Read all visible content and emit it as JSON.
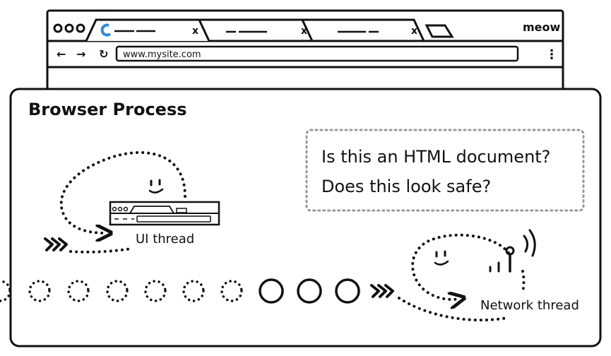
{
  "browser": {
    "brand": "meow",
    "address": "www.mysite.com",
    "tabs": [
      {
        "close": "x"
      },
      {
        "close": "x"
      },
      {
        "close": "x"
      }
    ],
    "nav": {
      "back": "←",
      "forward": "→",
      "reload": "↻",
      "menu": "⋮"
    }
  },
  "process": {
    "title": "Browser Process",
    "question_lines": [
      "Is this an HTML document?",
      "Does this look safe?"
    ],
    "ui_thread_label": "UI thread",
    "network_thread_label": "Network thread"
  },
  "colors": {
    "ink": "#111111",
    "spinner": "#2a8de0",
    "dotted_border": "#999999"
  }
}
